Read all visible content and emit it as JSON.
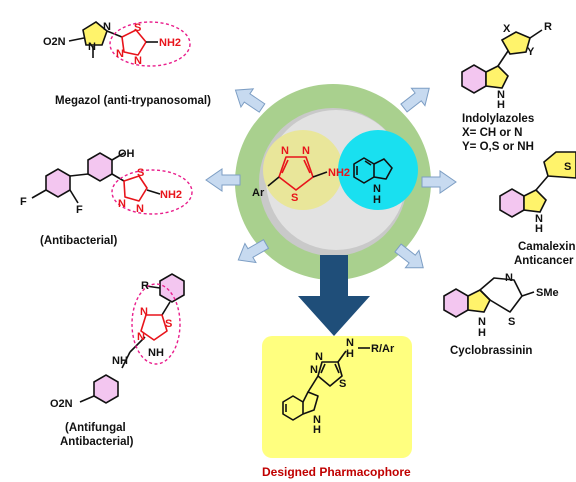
{
  "center": {
    "thiadiazole": {
      "n1": "N",
      "n2": "N",
      "s": "S",
      "amine": "NH2",
      "aryl": "Ar"
    },
    "indole": {
      "nh": "N",
      "h": "H"
    }
  },
  "compounds": {
    "megazol": {
      "label": "Megazol (anti-trypanosomal)",
      "o2n": "O2N",
      "ring_n1": "N",
      "ring_n2": "N",
      "s": "S",
      "n3": "N",
      "n4": "N",
      "amine": "NH2"
    },
    "antibacterial": {
      "label": "(Antibacterial)",
      "oh": "OH",
      "f1": "F",
      "f2": "F",
      "s": "S",
      "n1": "N",
      "n2": "N",
      "amine": "NH2"
    },
    "antifungal": {
      "label_line1": "(Antifungal",
      "label_line2": "Antibacterial)",
      "r": "R",
      "o2n": "O2N",
      "s": "S",
      "n1": "N",
      "n2": "N",
      "nh1": "NH",
      "nh2": "NH"
    },
    "indolylazoles": {
      "label_line1": "Indolylazoles",
      "label_line2": "X= CH or N",
      "label_line3": "Y= O,S or NH",
      "x": "X",
      "y": "Y",
      "r": "R",
      "nh": "N",
      "h": "H"
    },
    "camalexin": {
      "label_line1": "Camalexin",
      "label_line2": "Anticancer",
      "s": "S",
      "nh": "N",
      "h": "H"
    },
    "cyclobrassinin": {
      "label": "Cyclobrassinin",
      "n1": "N",
      "n2": "N",
      "h": "H",
      "s": "S",
      "sme": "SMe"
    }
  },
  "designed": {
    "caption": "Designed Pharmacophore",
    "nh": "N",
    "h": "H",
    "r_ar": "R/Ar",
    "n1": "N",
    "n2": "N",
    "s": "S",
    "indole_n": "N",
    "indole_h": "H"
  },
  "colors": {
    "outer_ring": "#a9d08e",
    "inner_disc": "#dcdcdc",
    "thiadiazole_core": "#e9e69a",
    "indole_core": "#19e0f0",
    "designed_box": "#ffff7f",
    "big_arrow": "#1f4e79",
    "small_arrows": "#c7daf0",
    "caption": "#c00000",
    "benzene_fill": "#f3c6f0",
    "azole_fill": "#fff36b",
    "highlight": "#e8141b"
  }
}
